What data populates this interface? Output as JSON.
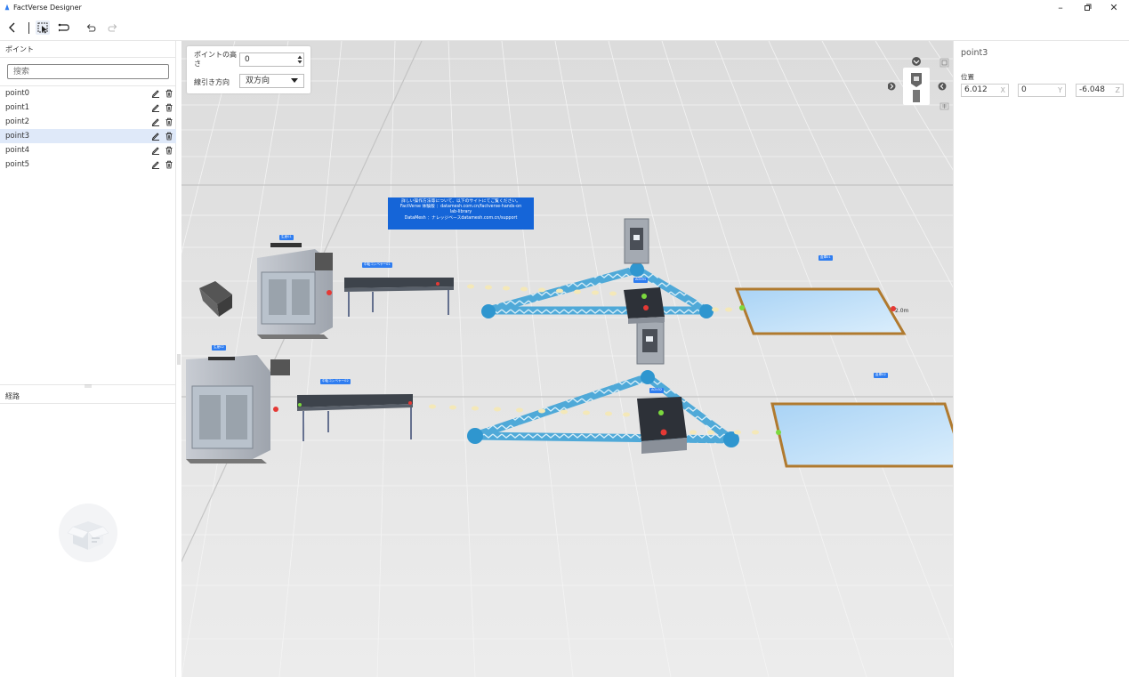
{
  "window": {
    "title": "FactVerse Designer",
    "minimize": "–",
    "restore": "▫",
    "close": "✕"
  },
  "toolbar": {
    "back_icon": "chevron-left-icon",
    "select_icon": "cursor-select-icon",
    "path_icon": "route-icon",
    "undo_icon": "undo-icon",
    "redo_icon": "redo-icon"
  },
  "left_panel": {
    "points_title": "ポイント",
    "search_placeholder": "搜索",
    "points": [
      {
        "label": "point0",
        "selected": false
      },
      {
        "label": "point1",
        "selected": false
      },
      {
        "label": "point2",
        "selected": false
      },
      {
        "label": "point3",
        "selected": true
      },
      {
        "label": "point4",
        "selected": false
      },
      {
        "label": "point5",
        "selected": false
      }
    ],
    "route_title": "経路"
  },
  "overlay": {
    "height_label": "ポイントの高さ",
    "height_value": "0",
    "direction_label": "線引き方向",
    "direction_value": "双方向"
  },
  "scene": {
    "banner_lines": [
      "詳しい操作方法等について、以下のサイトにてご覧ください。",
      "FactVerse 体験版 ：datamesh.com.cn/factverse-hands-on",
      "lab-library",
      "DataMesh ：ナレッジベースdatamesh.com.cn/support"
    ],
    "tags": [
      "生産01",
      "生産02",
      "中転コンベヤー01",
      "中転コンベヤー02",
      "AGV01",
      "AGV02",
      "倉庫01",
      "倉庫02"
    ],
    "dim_label": "2.0m"
  },
  "right_panel": {
    "title": "point3",
    "position_label": "位置",
    "x_value": "6.012",
    "x_axis": "X",
    "y_value": "0",
    "y_axis": "Y",
    "z_value": "-6.048",
    "z_axis": "Z"
  },
  "colors": {
    "accent": "#2f7df0",
    "selected_row": "#dfe9f9",
    "path_blue": "#4fa9d8",
    "floor": "#e4e4e4"
  }
}
